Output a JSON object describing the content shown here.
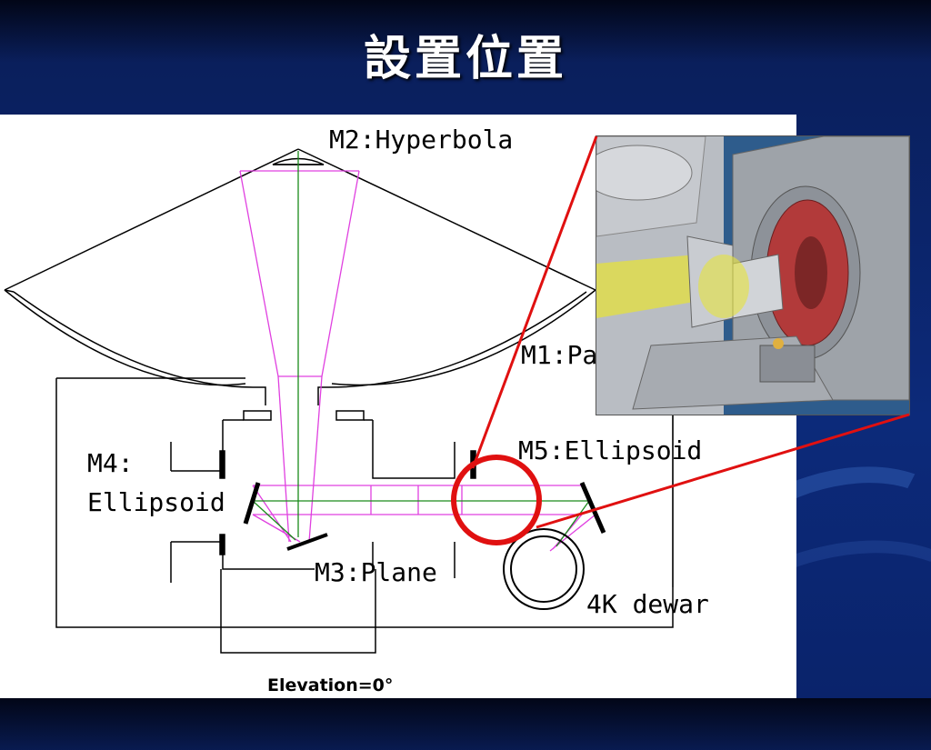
{
  "slide": {
    "title": "設置位置"
  },
  "diagram": {
    "labels": {
      "m2": "M2:Hyperbola",
      "m1": "M1:Pa",
      "m4_line1": "M4:",
      "m4_line2": "Ellipsoid",
      "m5": "M5:Ellipsoid",
      "m3": "M3:Plane",
      "dewar": "4K dewar",
      "elevation": "Elevation=0°"
    },
    "colors": {
      "beam": "#e040e0",
      "axis": "#1a8a1a",
      "outline": "#000000",
      "highlight": "#e01010"
    }
  },
  "photo": {
    "description_icon": "3d-render-photo",
    "colors": {
      "beam_yellow": "#e6e23c",
      "ring_red": "#b23a3a",
      "background_blue": "#2e5c8c"
    }
  }
}
